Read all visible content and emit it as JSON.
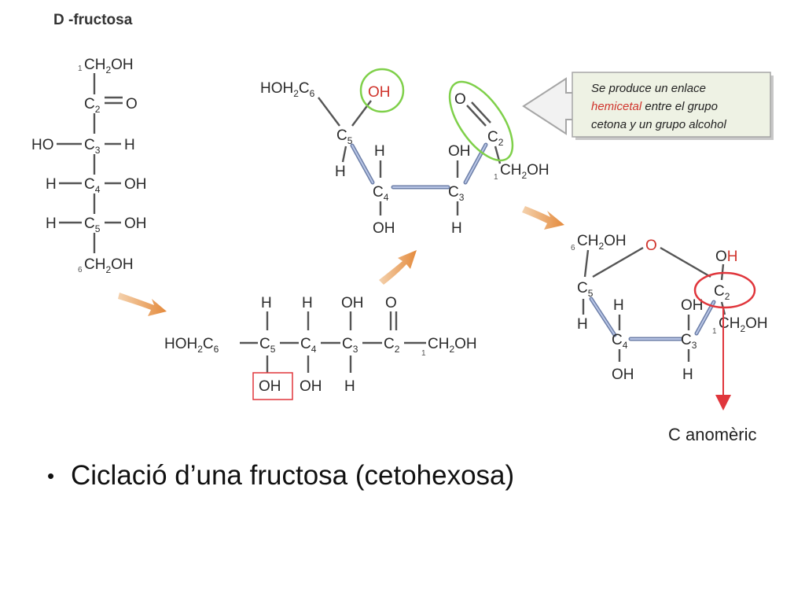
{
  "title": "D -fructosa",
  "callout": {
    "line1": "Se produce un enlace",
    "line2_red": "hemicetal",
    "line2_rest": " entre el grupo",
    "line3": "cetona y un grupo alcohol"
  },
  "anomeric_label": "C anomèric",
  "bullet_text": "Ciclació d’una fructosa (cetohexosa)",
  "colors": {
    "green_highlight": "#7fd04a",
    "red_highlight": "#e0363c",
    "arrow_orange": "#e8a05a",
    "callout_bg": "#eef2e4"
  }
}
